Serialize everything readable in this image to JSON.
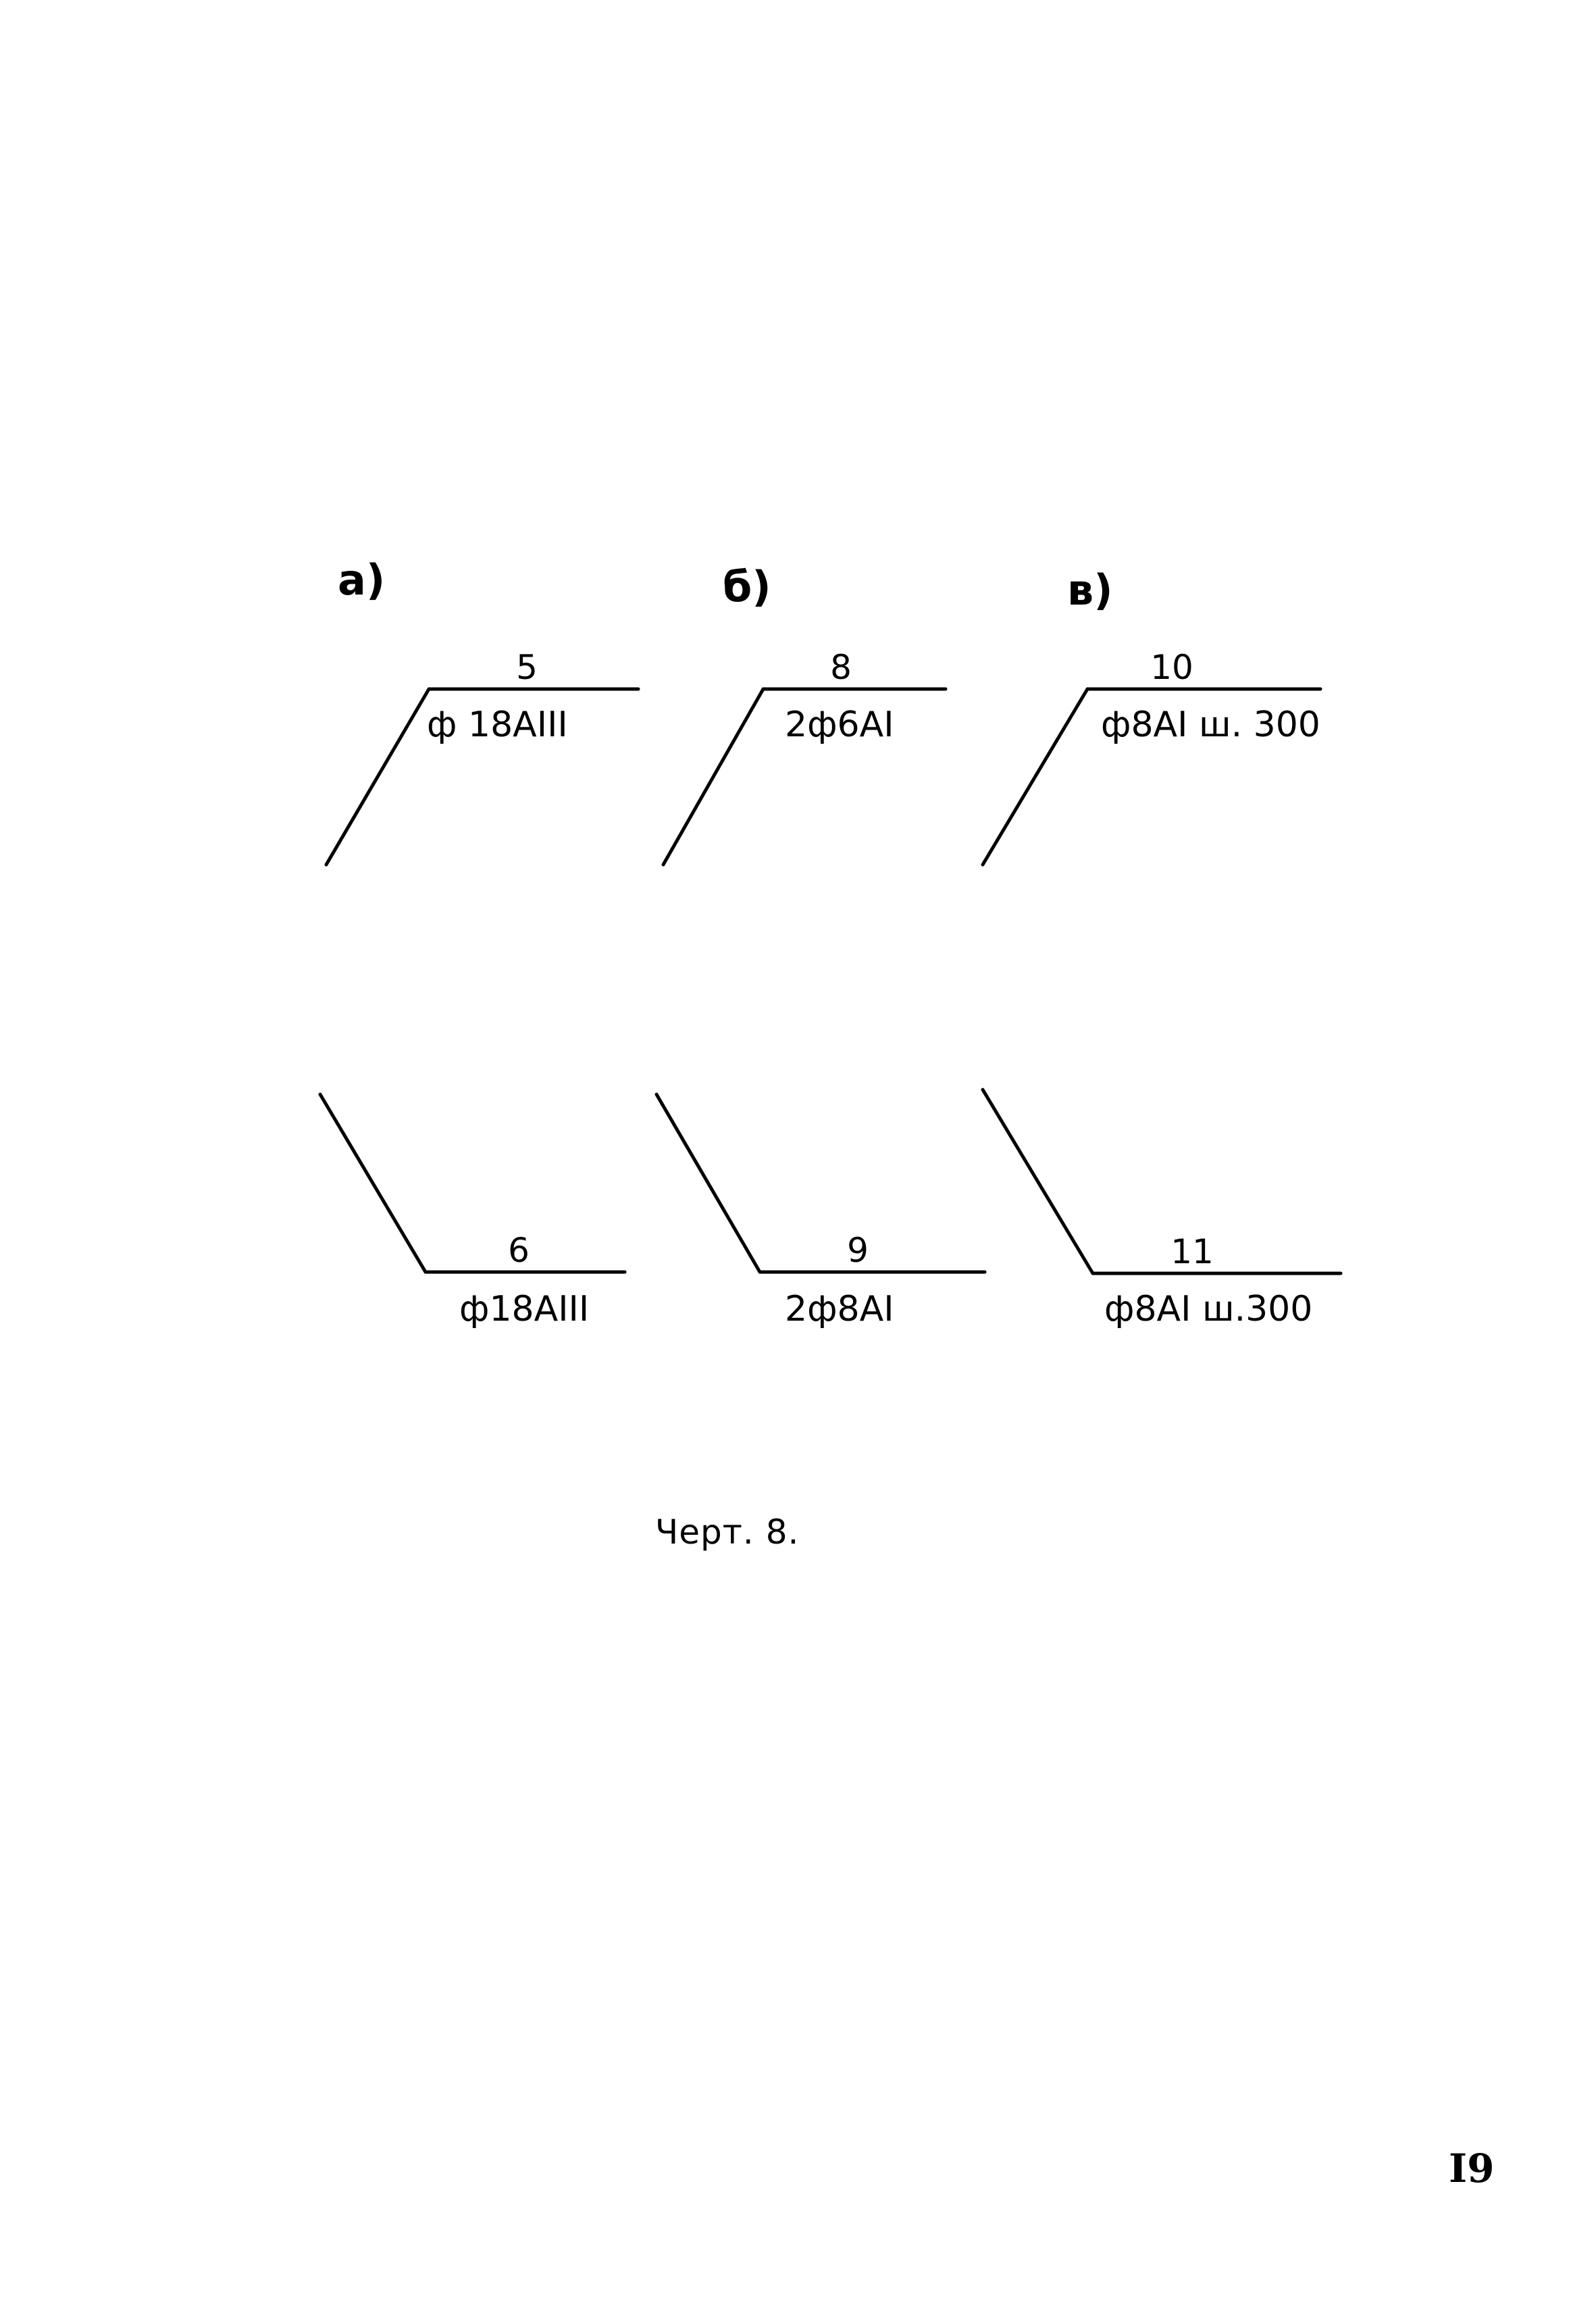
{
  "figure": {
    "caption": "Черт. 8.",
    "page_number": "I9",
    "variants": [
      {
        "label": "а)",
        "top": {
          "position": "5",
          "marking": "ф 18АIII"
        },
        "bottom": {
          "position": "6",
          "marking": "ф18АIII"
        }
      },
      {
        "label": "б)",
        "top": {
          "position": "8",
          "marking": "2ф6АI"
        },
        "bottom": {
          "position": "9",
          "marking": "2ф8АI"
        }
      },
      {
        "label": "в)",
        "top": {
          "position": "10",
          "marking": "ф8АI ш. 300"
        },
        "bottom": {
          "position": "11",
          "marking": "ф8АI ш.300"
        }
      }
    ]
  },
  "colors": {
    "ink": "#000000",
    "paper": "#ffffff"
  }
}
